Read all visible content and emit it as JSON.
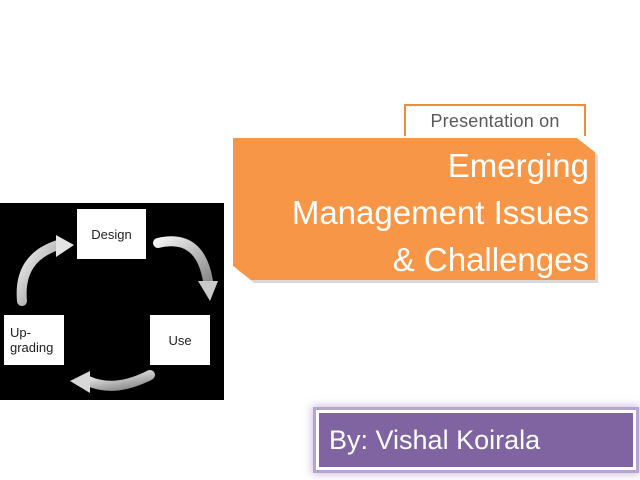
{
  "slide": {
    "subtitle": "Presentation on",
    "title_lines": [
      "Emerging",
      "Management Issues",
      "& Challenges"
    ],
    "author": "By: Vishal Koirala"
  },
  "diagram": {
    "stages": {
      "design": "Design",
      "use": "Use",
      "upgrading_line1": "Up-",
      "upgrading_line2": "grading"
    }
  },
  "colors": {
    "title_banner": "#f79646",
    "author_box": "#8064a2",
    "diagram_background": "#000000"
  }
}
